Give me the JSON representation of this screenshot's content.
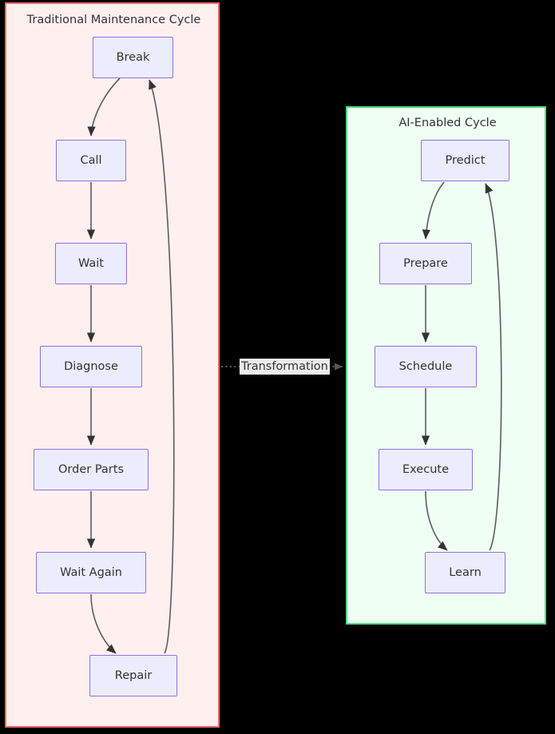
{
  "diagram": {
    "type": "flowchart",
    "title_hidden": "",
    "background_color": "#000000",
    "node_fill": "#ECECFF",
    "node_border": "#9370DB",
    "node_text_color": "#333333",
    "edge_color": "#5C5C5C"
  },
  "subgraphs": [
    {
      "id": "traditional",
      "title": "Traditional Maintenance Cycle",
      "border_color": "#FF6B6B",
      "fill_color": "#FFF0F0",
      "nodes": [
        {
          "id": "break",
          "label": "Break"
        },
        {
          "id": "call",
          "label": "Call"
        },
        {
          "id": "wait",
          "label": "Wait"
        },
        {
          "id": "diagnose",
          "label": "Diagnose"
        },
        {
          "id": "orderparts",
          "label": "Order Parts"
        },
        {
          "id": "waitagain",
          "label": "Wait Again"
        },
        {
          "id": "repair",
          "label": "Repair"
        }
      ],
      "edges": [
        {
          "from": "break",
          "to": "call"
        },
        {
          "from": "call",
          "to": "wait"
        },
        {
          "from": "wait",
          "to": "diagnose"
        },
        {
          "from": "diagnose",
          "to": "orderparts"
        },
        {
          "from": "orderparts",
          "to": "waitagain"
        },
        {
          "from": "waitagain",
          "to": "repair"
        },
        {
          "from": "repair",
          "to": "break"
        }
      ]
    },
    {
      "id": "ai",
      "title": "AI-Enabled Cycle",
      "border_color": "#4ADE80",
      "fill_color": "#F0FFF4",
      "nodes": [
        {
          "id": "predict",
          "label": "Predict"
        },
        {
          "id": "prepare",
          "label": "Prepare"
        },
        {
          "id": "schedule",
          "label": "Schedule"
        },
        {
          "id": "execute",
          "label": "Execute"
        },
        {
          "id": "learn",
          "label": "Learn"
        }
      ],
      "edges": [
        {
          "from": "predict",
          "to": "prepare"
        },
        {
          "from": "prepare",
          "to": "schedule"
        },
        {
          "from": "schedule",
          "to": "execute"
        },
        {
          "from": "execute",
          "to": "learn"
        },
        {
          "from": "learn",
          "to": "predict"
        }
      ]
    }
  ],
  "connector": {
    "label": "Transformation",
    "style": "dotted",
    "from": "traditional",
    "to": "ai"
  }
}
